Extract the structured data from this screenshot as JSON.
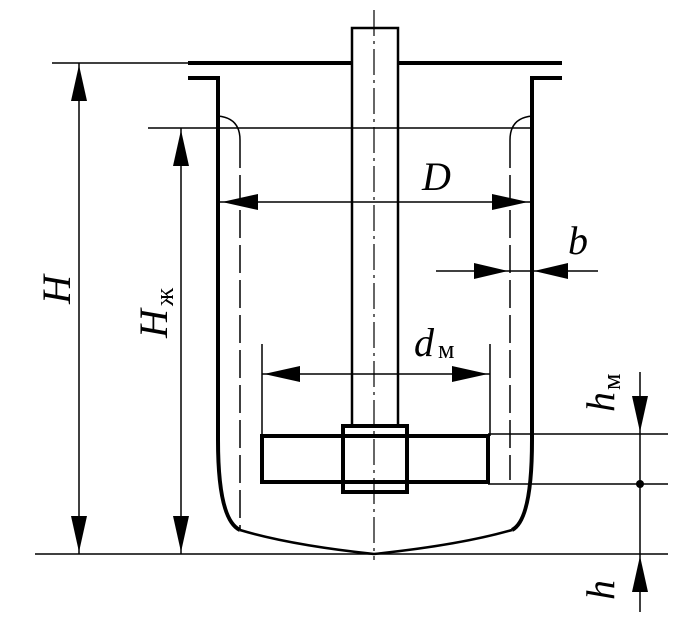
{
  "labels": {
    "D": "D",
    "b": "b",
    "d": "d",
    "d_sub": "м",
    "H": "H",
    "Hzh": "H",
    "Hzh_sub": "ж",
    "hm": "h",
    "hm_sub": "м",
    "h": "h"
  }
}
